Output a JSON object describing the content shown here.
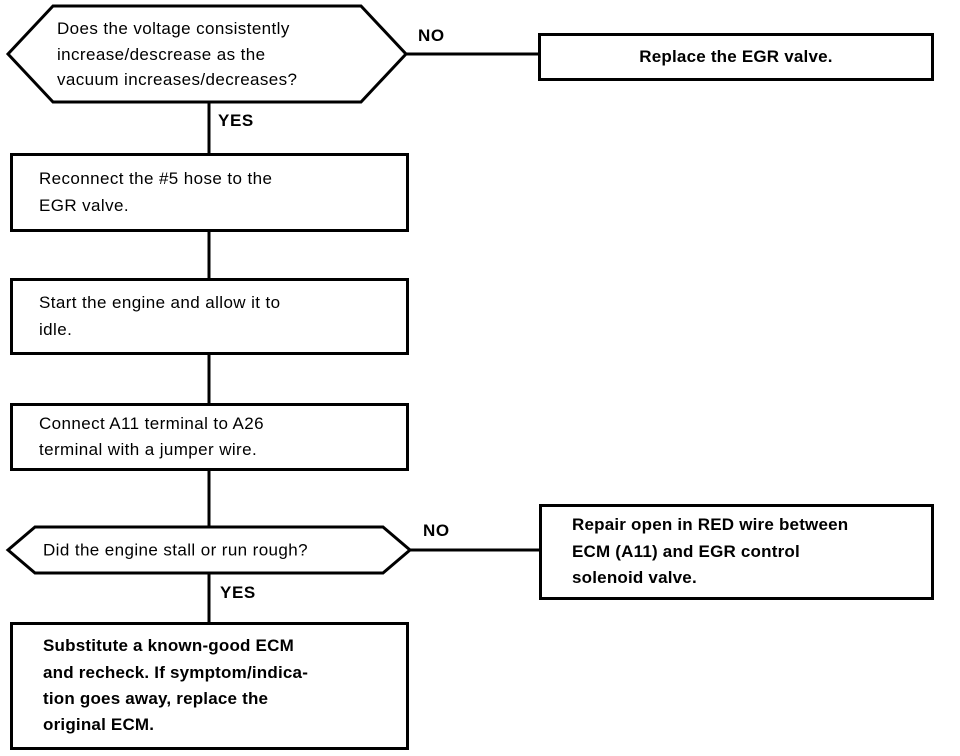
{
  "diagram": {
    "title": "EGR system diagnostic flowchart",
    "line_color": "#000000",
    "background_color": "#ffffff"
  },
  "nodes": [
    {
      "id": "q1",
      "type": "decision",
      "text": "Does the voltage consistently increase/descrease as the vacuum increases/decreases?",
      "lines": [
        "Does the voltage consistently",
        "increase/descrease as the",
        "vacuum increases/decreases?"
      ]
    },
    {
      "id": "a1",
      "type": "action",
      "text": "Replace the EGR valve.",
      "lines": [
        "Replace the EGR valve."
      ]
    },
    {
      "id": "p1",
      "type": "process",
      "text": "Reconnect the #5 hose to the EGR valve.",
      "lines": [
        "Reconnect the #5 hose to the",
        "EGR valve."
      ]
    },
    {
      "id": "p2",
      "type": "process",
      "text": "Start the engine and allow it to idle.",
      "lines": [
        "Start the engine and allow it to",
        "idle."
      ]
    },
    {
      "id": "p3",
      "type": "process",
      "text": "Connect A11 terminal to A26 terminal with a jumper wire.",
      "lines": [
        "Connect A11 terminal to A26",
        "terminal with a jumper wire."
      ]
    },
    {
      "id": "q2",
      "type": "decision",
      "text": "Did the engine stall or run rough?",
      "lines": [
        "Did the engine stall or run rough?"
      ]
    },
    {
      "id": "a2",
      "type": "action",
      "text": "Repair open in RED wire between ECM (A11) and EGR control solenoid valve.",
      "lines": [
        "Repair open in RED wire between",
        "ECM  (A11)  and  EGR  control",
        "solenoid valve."
      ]
    },
    {
      "id": "a3",
      "type": "action",
      "text": "Substitute a known-good ECM and recheck. If symptom/indication goes away, replace the original ECM.",
      "lines": [
        "Substitute a known-good ECM",
        "and recheck. If symptom/indica-",
        "tion  goes  away,  replace  the",
        "original ECM."
      ]
    }
  ],
  "branch_labels": {
    "q1_no": "NO",
    "q1_yes": "YES",
    "q2_no": "NO",
    "q2_yes": "YES"
  }
}
